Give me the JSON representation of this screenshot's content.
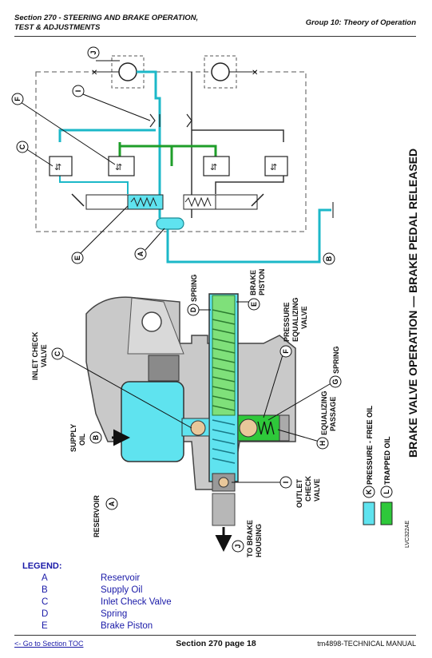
{
  "header": {
    "section_line1": "Section 270 - STEERING AND BRAKE OPERATION,",
    "section_line2": "TEST & ADJUSTMENTS",
    "group": "Group 10: Theory of Operation"
  },
  "figure": {
    "title": "BRAKE VALVE OPERATION — BRAKE PEDAL RELEASED",
    "code": "LVC322AE",
    "callouts": {
      "spring": "SPRING",
      "brake_piston_1": "BRAKE",
      "brake_piston_2": "PISTON",
      "pev_1": "PRESSURE",
      "pev_2": "EQUALIZING",
      "pev_3": "VALVE",
      "inlet_1": "INLET CHECK",
      "inlet_2": "VALVE",
      "supply_1": "SUPPLY",
      "supply_2": "OIL",
      "reservoir": "RESERVOIR",
      "eq_1": "EQUALIZING",
      "eq_2": "PASSAGE",
      "outlet_1": "OUTLET",
      "outlet_2": "CHECK",
      "outlet_3": "VALVE",
      "to_brake_1": "TO BRAKE",
      "to_brake_2": "HOUSING"
    },
    "letters": {
      "A": "A",
      "B": "B",
      "C": "C",
      "D": "D",
      "E": "E",
      "F": "F",
      "G": "G",
      "H": "H",
      "I": "I",
      "J": "J",
      "K": "K",
      "L": "L"
    },
    "key": {
      "pressure_free": "PRESSURE - FREE OIL",
      "trapped": "TRAPPED OIL"
    },
    "colors": {
      "pressure_free": "#5fe3ef",
      "trapped": "#2ec83a",
      "line_cyan": "#1cb8c8",
      "line_green": "#1f9e2a"
    }
  },
  "legend": {
    "title": "LEGEND:",
    "items": [
      {
        "key": "A",
        "value": "Reservoir"
      },
      {
        "key": "B",
        "value": "Supply Oil"
      },
      {
        "key": "C",
        "value": "Inlet Check Valve"
      },
      {
        "key": "D",
        "value": "Spring"
      },
      {
        "key": "E",
        "value": "Brake Piston"
      }
    ]
  },
  "footer": {
    "toc_link": "<- Go to Section TOC",
    "page": "Section 270 page 18",
    "manual": "tm4898-TECHNICAL MANUAL"
  }
}
